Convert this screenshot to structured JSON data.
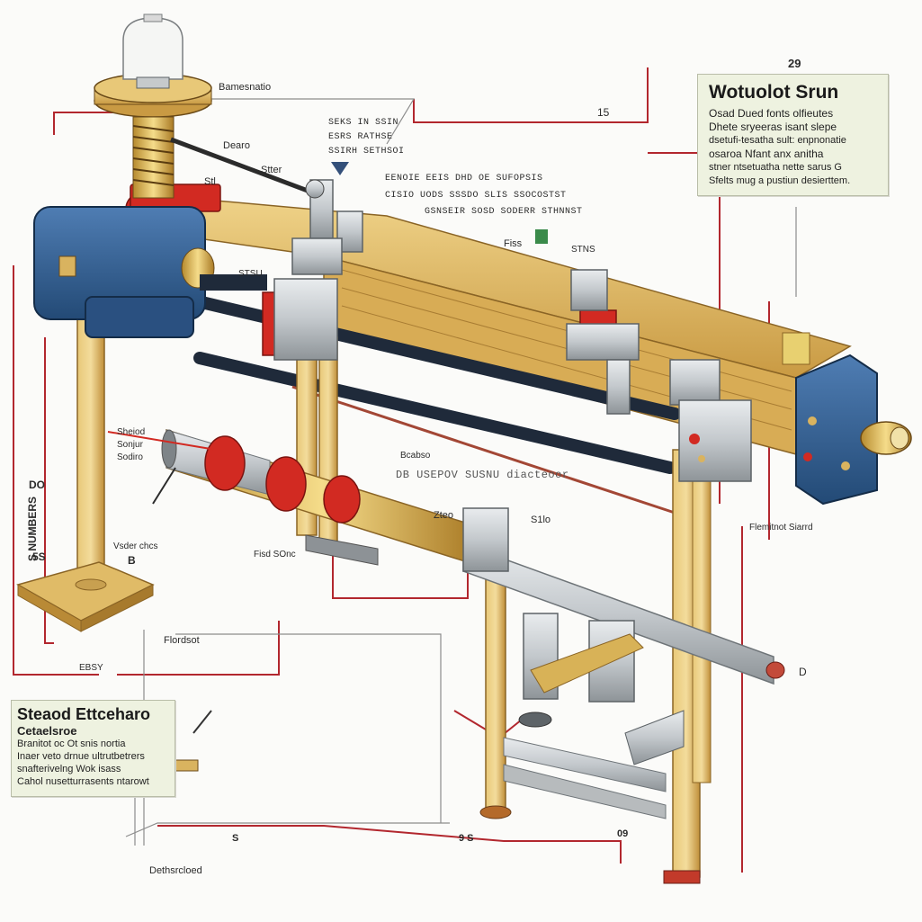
{
  "callouts": {
    "top_right": {
      "title": "Wotuolot Srun",
      "lines": [
        "Osad Dued fonts olfieutes",
        "Dhete sryeeras isant slepe",
        "dsetufi-tesatha sult: enpnonatie",
        "osaroa Nfant anx anitha",
        "stner ntsetuatha nette sarus G",
        "Sfelts mug a pustiun desierttem."
      ]
    },
    "bottom_left": {
      "title": "Steaod Ettceharo",
      "subtitle": "Cetaelsroe",
      "lines": [
        "Branitot oc Ot snis nortia",
        "Inaer veto drnue ultrutbetrers",
        "snafterivelng Wok isass",
        "Cahol nusetturrasents ntarowt"
      ]
    }
  },
  "labels": {
    "top_plate": "Bamesnatio",
    "numeral_29": "29",
    "numeral_15": "15",
    "dearo": "Dearo",
    "stter": "Stter",
    "stl": "Stl",
    "spec_a": [
      "SEKS IN SSIN",
      "ESRS RATHSE",
      "SSIRH SETHSOI"
    ],
    "spec_b": [
      "EENOIE EEIS DHD OE SUFOPSIS",
      "CISIO UODS SSSDO SLIS SSOCOSTST",
      "GSNSEIR SOSD SODERR STHNNST"
    ],
    "fiss": "Fiss",
    "stns": "STNS",
    "side_a": [
      "Sheiod",
      "Sonjur",
      "Sodiro"
    ],
    "stsu": "STSU",
    "spec_c": [
      "Bcabso",
      "DB USEPOV SUSNU diacteoor"
    ],
    "do": "DO",
    "s_numbers": "S NUMBERS",
    "ss": "5S",
    "eb": "B",
    "flordsot": "Flordsot",
    "vdsr": "Vsder chcs",
    "fisd": "Fisd SOnc",
    "zteo": "Zteo",
    "s1lo": "S1lo",
    "flemitnot": "Flemitnot Siarrd",
    "ebsy": "EBSY",
    "bottom_9s": "9 S",
    "bottom_09": "09",
    "bottom_left_s": "S",
    "dethsrcloed": "Dethsrcloed",
    "pin_letter": "D"
  },
  "colors": {
    "wood": "#d9b35f",
    "blue_housing": "#2f5a8c",
    "red_part": "#d22a22",
    "steel": "#b8bcbf",
    "leader_red": "#b2272e"
  }
}
